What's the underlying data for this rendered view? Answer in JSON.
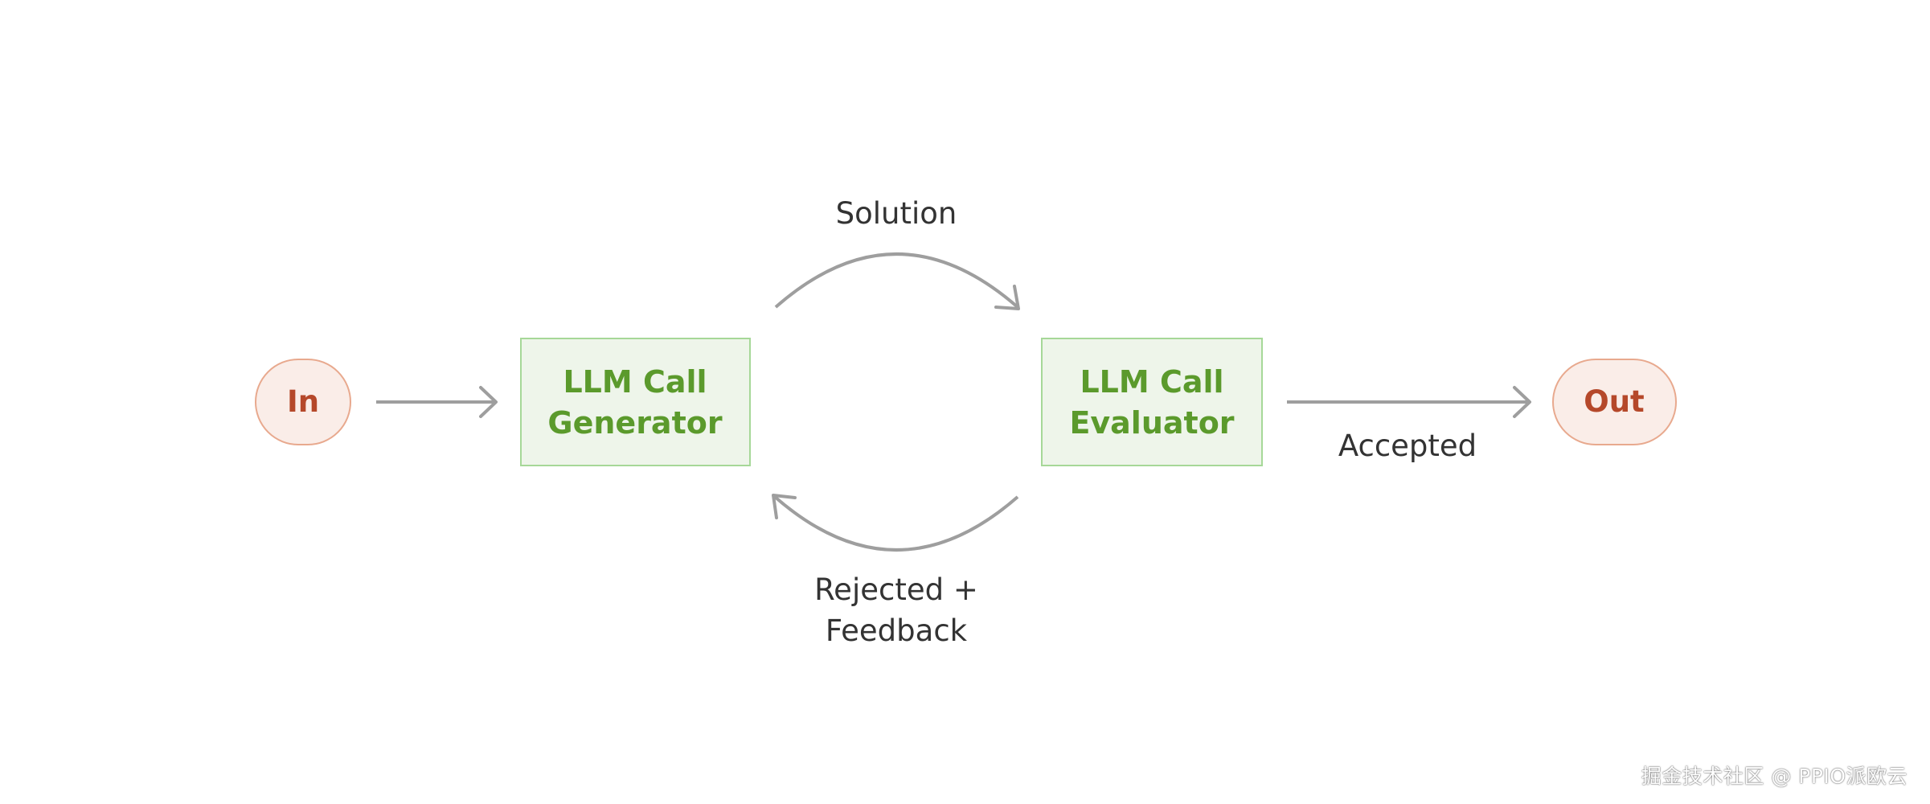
{
  "nodes": {
    "input": {
      "label": "In"
    },
    "generator": {
      "line1": "LLM Call",
      "line2": "Generator"
    },
    "evaluator": {
      "line1": "LLM Call",
      "line2": "Evaluator"
    },
    "output": {
      "label": "Out"
    }
  },
  "edges": {
    "solution": {
      "label": "Solution"
    },
    "feedback": {
      "line1": "Rejected +",
      "line2": "Feedback"
    },
    "accepted": {
      "label": "Accepted"
    }
  },
  "watermark": {
    "text": "掘金技术社区 @ PPIO派欧云"
  },
  "colors": {
    "terminal_fill": "#FAEDE8",
    "terminal_stroke": "#E8A98E",
    "terminal_text": "#B5482A",
    "llm_fill": "#EEF5EA",
    "llm_stroke": "#A6D898",
    "llm_text": "#5B9A2C",
    "arrow": "#9E9E9E",
    "label": "#333333"
  }
}
